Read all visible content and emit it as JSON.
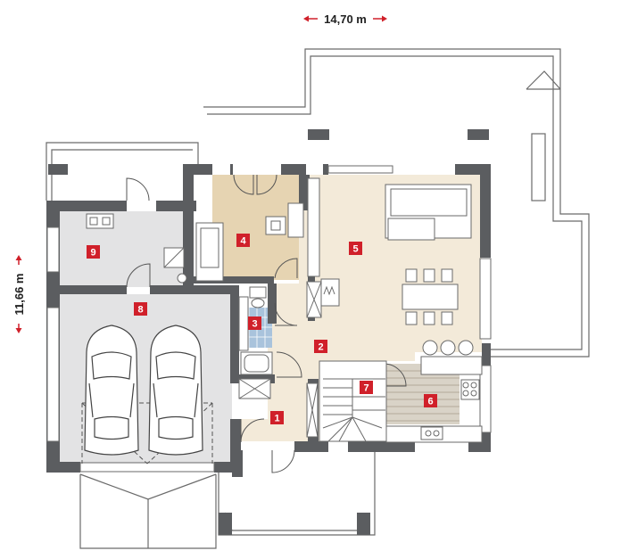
{
  "dimensions": {
    "width_label": "14,70 m",
    "depth_label": "11,66 m"
  },
  "rooms": [
    {
      "number": "1"
    },
    {
      "number": "2"
    },
    {
      "number": "3"
    },
    {
      "number": "4"
    },
    {
      "number": "5"
    },
    {
      "number": "6"
    },
    {
      "number": "7"
    },
    {
      "number": "8"
    },
    {
      "number": "9"
    }
  ],
  "colors": {
    "wall": "#5b5d60",
    "badge": "#d0202a",
    "arrow": "#d0202a",
    "beige": "#f3ead9",
    "study": "#e6d4b2",
    "garage": "#e3e3e4",
    "tile_blue": "#a9c3dc",
    "kitchen_wood": "#d9d3c7"
  },
  "icons": [
    "car-icon",
    "sofa-icon",
    "dining-table-icon",
    "stove-icon",
    "sink-icon",
    "bathtub-icon",
    "toilet-icon",
    "stairs-icon",
    "desk-icon",
    "fireplace-icon"
  ]
}
